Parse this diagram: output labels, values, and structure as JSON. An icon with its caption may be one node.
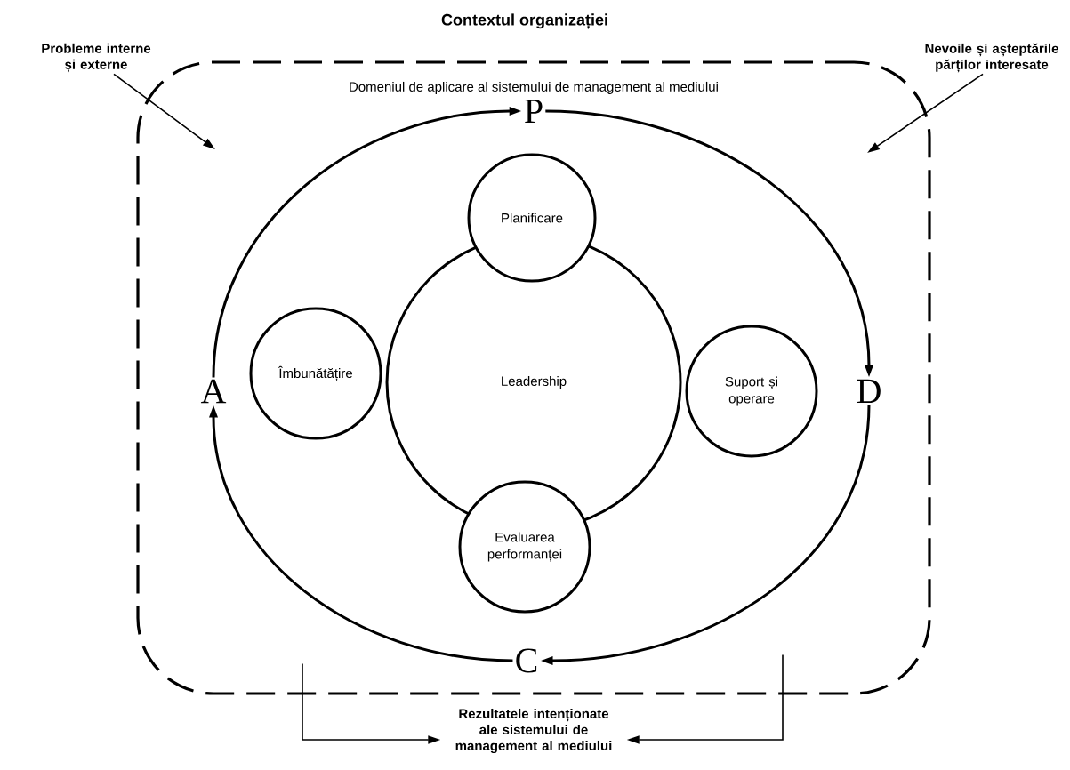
{
  "diagram": {
    "title": "Contextul organizației",
    "nodes": [
      {
        "text": [
          "Domeniul de aplicare al sistemului de management al mediului"
        ]
      },
      {
        "text": [
          "Probleme interne și externe"
        ]
      },
      {
        "text": [
          "Nevoile și așteptările părților interesate"
        ]
      },
      {
        "text": [
          "Planificare"
        ],
        "in": 0
      },
      {
        "text": [
          "Îmbunătățire"
        ],
        "in": 0
      },
      {
        "text": [
          "Leadership"
        ],
        "in": 0
      },
      {
        "text": [
          "Suport și operare"
        ],
        "in": 0
      },
      {
        "text": [
          "Evaluarea performanței"
        ],
        "in": 0
      },
      {
        "text": [
          "P"
        ],
        "in": 0
      },
      {
        "text": [
          "D"
        ],
        "in": 0
      },
      {
        "text": [
          "C"
        ],
        "in": 0
      },
      {
        "text": [
          "A"
        ],
        "in": 0
      },
      {
        "text": [
          "Rezultatele intenționate ale sistemului de management al mediului"
        ]
      }
    ],
    "edges": [
      {
        "from": 1,
        "to": null,
        "arrow": "to"
      },
      {
        "from": 2,
        "to": null,
        "arrow": "to"
      },
      {
        "from": 11,
        "to": 8,
        "arrow": "to"
      },
      {
        "from": 8,
        "to": 9,
        "arrow": "to"
      },
      {
        "from": 9,
        "to": 10,
        "arrow": "to"
      },
      {
        "from": 10,
        "to": 11,
        "arrow": "to"
      },
      {
        "from": 0,
        "to": 12,
        "arrow": "to"
      },
      {
        "from": 0,
        "to": 12,
        "arrow": "to"
      }
    ]
  }
}
